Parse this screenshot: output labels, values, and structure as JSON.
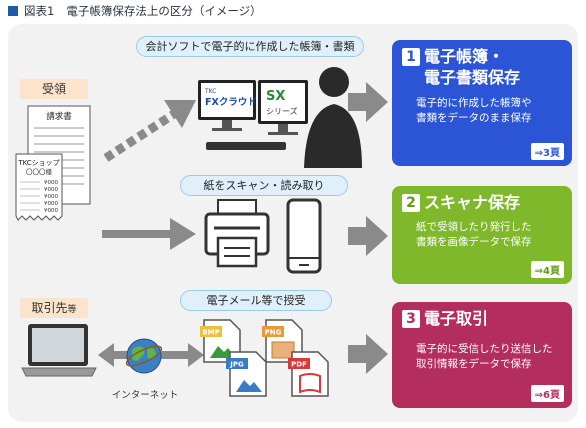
{
  "figure": {
    "number": "図表1",
    "title": "電子帳簿保存法上の区分（イメージ）"
  },
  "sources": {
    "received": "受領",
    "partner": "取引先",
    "partner_suffix": "等"
  },
  "flows": {
    "accounting": "会計ソフトで電子的に作成した帳簿・書類",
    "scan": "紙をスキャン・読み取り",
    "email": "電子メール等で授受"
  },
  "documents": {
    "invoice_title": "請求書",
    "receipt_shop": "TKCショップ",
    "receipt_to": "〇〇〇様",
    "amounts": [
      "¥000",
      "¥000",
      "¥000",
      "¥000",
      "¥000"
    ]
  },
  "software": {
    "fx_small": "TKC",
    "fx_brand": "FXクラウド",
    "sx_brand": "SX",
    "sx_series": "シリーズ"
  },
  "files": [
    "BMP",
    "PNG",
    "JPG",
    "PDF"
  ],
  "internet_label": "インターネット",
  "cards": [
    {
      "number": "1",
      "title_line1": "電子帳簿・",
      "title_line2": "電子書類保存",
      "desc_line1": "電子的に作成した帳簿や",
      "desc_line2": "書類をデータのまま保存",
      "page": "⇒3頁"
    },
    {
      "number": "2",
      "title_line1": "スキャナ保存",
      "desc_line1": "紙で受領したり発行した",
      "desc_line2": "書類を画像データで保存",
      "page": "⇒4頁"
    },
    {
      "number": "3",
      "title_line1": "電子取引",
      "desc_line1": "電子的に受信したり送信した",
      "desc_line2": "取引情報をデータで保存",
      "page": "⇒6頁"
    }
  ],
  "colors": {
    "card1": "#2b55d6",
    "card2": "#7fb82b",
    "card3": "#b32e5c",
    "arrow": "#8a8a8a",
    "pill": "#dff0fb",
    "label": "#fbe3cc"
  }
}
